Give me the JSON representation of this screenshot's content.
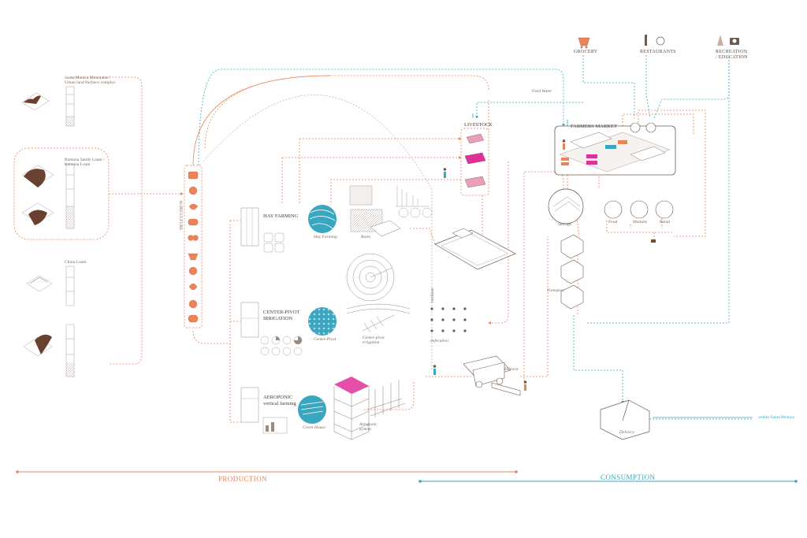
{
  "colors": {
    "orange": "#e8835a",
    "teal": "#3aa6bf",
    "pink": "#e0309a",
    "brown": "#7a4a35",
    "line": "#8a7a70"
  },
  "soils": {
    "s1": {
      "title": "Santa Monica Mountains / Urban land Pacheco complex"
    },
    "s2": {
      "title": "Ramona Sandy Loam / Ramona Loam"
    },
    "s3": {
      "title": "Chino Loam"
    }
  },
  "agriculture_label": "AGRICULTURE",
  "hay": {
    "title": "HAY FARMING",
    "caption": "Hay Farming",
    "bales": "Bales"
  },
  "pivot": {
    "title1": "CENTER-PIVOT",
    "title2": "IRRIGATION",
    "caption": "Center-Pivot",
    "caption2": "Center-pivot irrigation"
  },
  "aero": {
    "title1": "AEROPONIC",
    "title2": "vertical farming",
    "caption": "Green House",
    "caption2": "Aeroponic system"
  },
  "livestock": {
    "title": "LIVESTOCK",
    "feed": "Feed Water"
  },
  "fertilizer": "fertilizer",
  "defecation": "defecation",
  "harvest": "Harvest",
  "market": {
    "title": "FARMERS MARKET"
  },
  "top_icons": [
    {
      "label": "GROCERY"
    },
    {
      "label": "RESTAURANTS"
    },
    {
      "label": "RECREATION / EDUCATION",
      "line1": "RECREATION",
      "line2": "/ EDUCATION"
    }
  ],
  "sub_circles": [
    "Food",
    "Markets",
    "Retail"
  ],
  "storage": "Storage",
  "transport": "Transport",
  "delivery": "Delivery",
  "within": "within Santa Monica",
  "production": "PRODUCTION",
  "consumption": "CONSUMPTION"
}
